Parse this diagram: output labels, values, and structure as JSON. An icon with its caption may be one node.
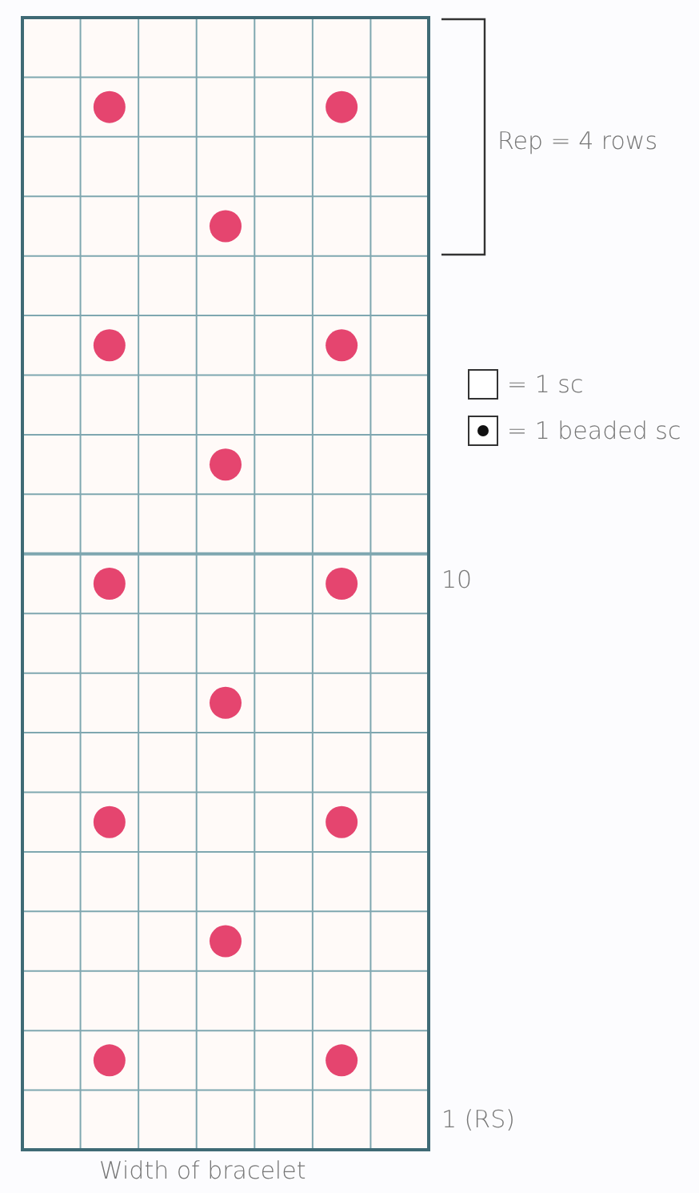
{
  "diagram": {
    "labels": [
      "Rep = 4 rows",
      "10",
      "1 (RS)",
      "Width of bracelet"
    ],
    "legend": [
      {
        "text": "= 1 sc"
      },
      {
        "text": "= 1 beaded sc"
      }
    ]
  }
}
